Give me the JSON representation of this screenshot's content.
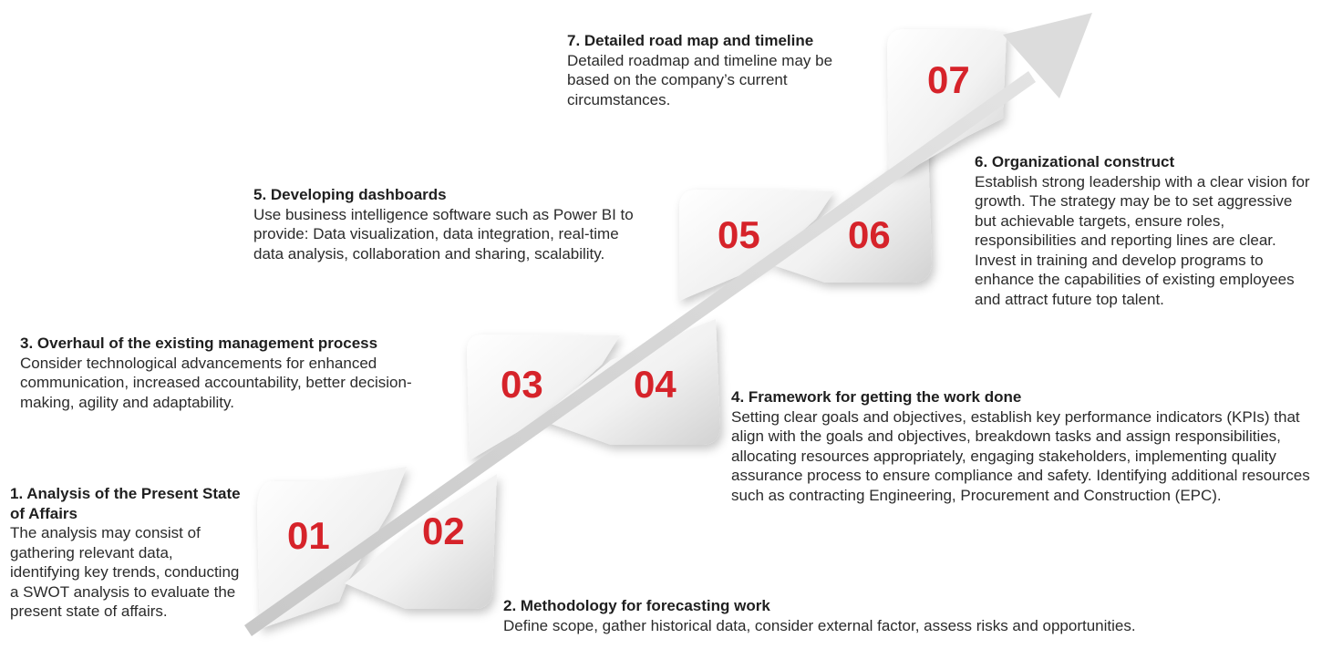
{
  "accent_color": "#d6232a",
  "arrow_color": "#d9d9d9",
  "steps": [
    {
      "number": "01",
      "title": "1. Analysis of the Present State of Affairs",
      "body": "The analysis may consist of gathering relevant data, identifying key trends, conducting a SWOT analysis to evaluate the present state of affairs."
    },
    {
      "number": "02",
      "title": "2. Methodology for forecasting work",
      "body": "Define scope, gather historical data, consider external factor, assess risks and opportunities."
    },
    {
      "number": "03",
      "title": "3. Overhaul of the existing management process",
      "body": "Consider technological advancements for enhanced communication, increased accountability, better decision-making, agility and adaptability."
    },
    {
      "number": "04",
      "title": "4. Framework for getting the work done",
      "body": "Setting clear goals and objectives, establish key performance indicators (KPIs) that align with the goals and objectives, breakdown tasks and assign responsibilities, allocating resources appropriately, engaging stakeholders, implementing quality assurance process to ensure compliance and safety. Identifying additional resources such as contracting Engineering, Procurement and Construction (EPC)."
    },
    {
      "number": "05",
      "title": "5. Developing dashboards",
      "body": "Use business intelligence software such as Power BI to provide: Data visualization, data integration, real-time data analysis, collaboration and sharing, scalability."
    },
    {
      "number": "06",
      "title": "6. Organizational construct",
      "body": "Establish strong leadership with a clear vision for growth. The strategy may be to set aggressive but achievable targets, ensure roles, responsibilities and reporting lines are clear. Invest in training and develop programs to enhance the capabilities of existing employees and attract future top talent."
    },
    {
      "number": "07",
      "title": "7. Detailed road map and timeline",
      "body": "Detailed roadmap and timeline may be based on the company’s current circumstances."
    }
  ]
}
